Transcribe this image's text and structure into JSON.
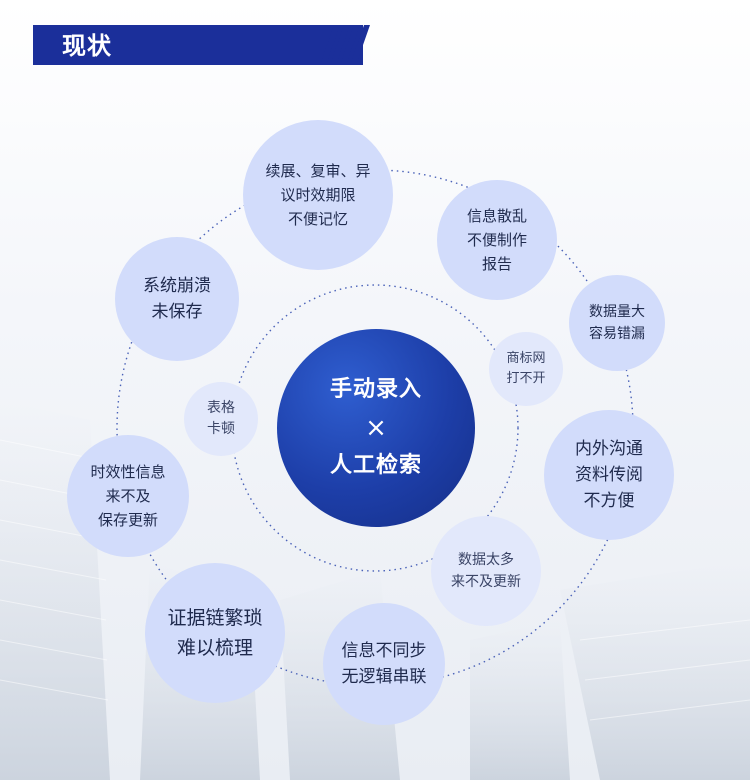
{
  "header": {
    "title": "现状"
  },
  "center": {
    "line1": "手动录入",
    "mark": "×",
    "line2": "人工检索"
  },
  "bubbles": {
    "renewal": "续展、复审、异\n议时效期限\n不便记忆",
    "scatter": "信息散乱\n不便制作\n报告",
    "volume": "数据量大\n容易错漏",
    "crash": "系统崩溃\n未保存",
    "trademark": "商标网\n打不开",
    "table": "表格\n卡顿",
    "comm": "内外沟通\n资料传阅\n不方便",
    "timely": "时效性信息\n来不及\n保存更新",
    "toomuch": "数据太多\n来不及更新",
    "evidence": "证据链繁琐\n难以梳理",
    "sync": "信息不同步\n无逻辑串联"
  },
  "colors": {
    "header": "#1b2f9a",
    "bubble": "#d2dcfb",
    "center": "#1d3ea8"
  }
}
